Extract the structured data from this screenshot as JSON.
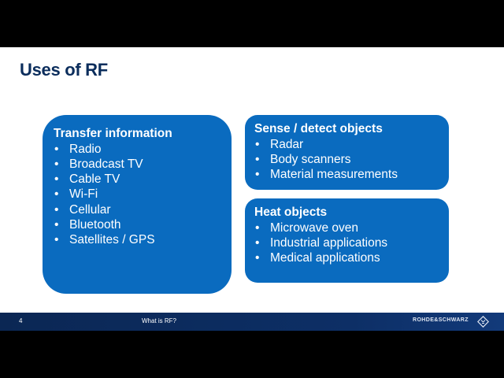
{
  "slide": {
    "title": "Uses of RF"
  },
  "boxes": {
    "transfer": {
      "heading": "Transfer information",
      "items": [
        "Radio",
        "Broadcast TV",
        "Cable TV",
        "Wi-Fi",
        "Cellular",
        "Bluetooth",
        "Satellites / GPS"
      ]
    },
    "sense": {
      "heading": "Sense / detect objects",
      "items": [
        "Radar",
        "Body scanners",
        "Material measurements"
      ]
    },
    "heat": {
      "heading": "Heat objects",
      "items": [
        "Microwave oven",
        "Industrial applications",
        "Medical applications"
      ]
    }
  },
  "bullet_char": "•",
  "footer": {
    "page_number": "4",
    "title": "What is RF?",
    "brand": "ROHDE&SCHWARZ",
    "logo_icon": "rohde-schwarz-logo-icon"
  },
  "colors": {
    "box_blue": "#0a6bbf",
    "title_navy": "#0b2d5c",
    "footer_navy": "#0b2754"
  }
}
